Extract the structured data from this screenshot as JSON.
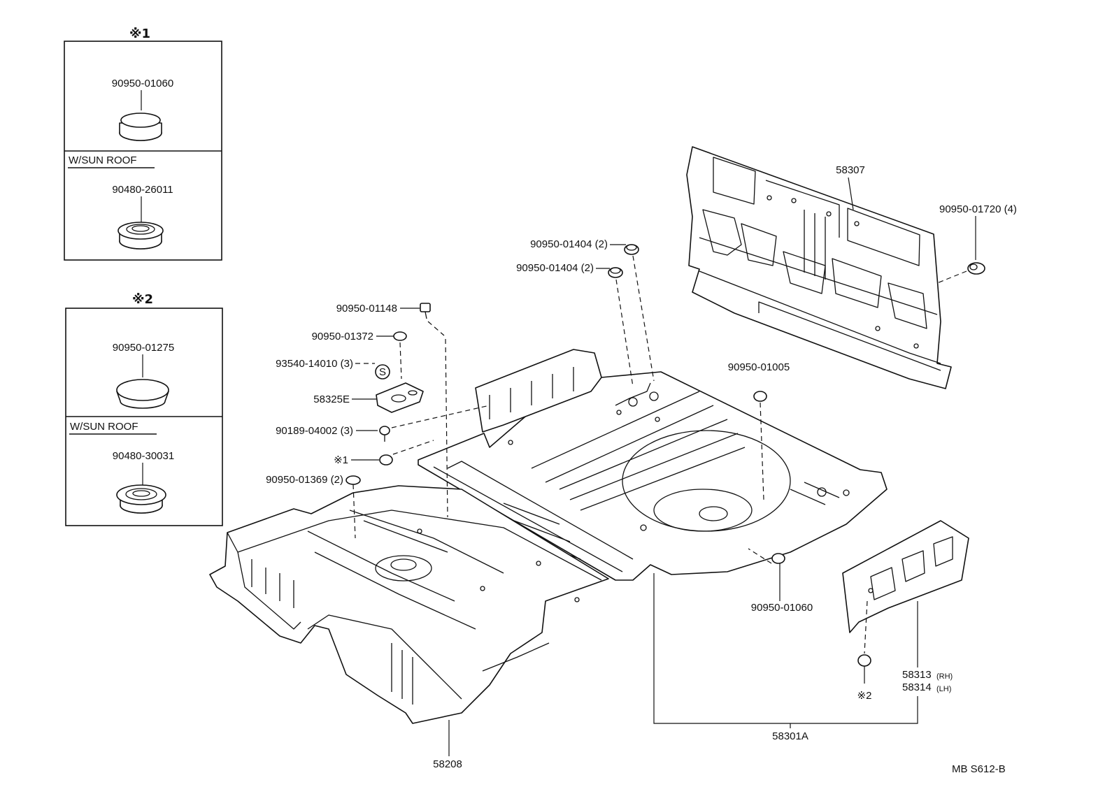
{
  "inset_1": {
    "title": "※1",
    "part_std": "90950-01060",
    "variant_label": "W/SUN ROOF",
    "part_sunroof": "90480-26011"
  },
  "inset_2": {
    "title": "※2",
    "part_std": "90950-01275",
    "variant_label": "W/SUN ROOF",
    "part_sunroof": "90480-30031"
  },
  "callouts": {
    "p58307": "58307",
    "p90950_01720": "90950-01720 (4)",
    "p90950_01404_a": "90950-01404 (2)",
    "p90950_01404_b": "90950-01404 (2)",
    "p90950_01148": "90950-01148",
    "p90950_01372": "90950-01372",
    "p93540_14010": "93540-14010 (3)",
    "p58325E": "58325E",
    "p90189_04002": "90189-04002 (3)",
    "ref_1": "※1",
    "p90950_01369": "90950-01369 (2)",
    "p90950_01005": "90950-01005",
    "p90950_01060": "90950-01060",
    "p58313": "58313",
    "p58313_side": "(RH)",
    "p58314": "58314",
    "p58314_side": "(LH)",
    "ref_2": "※2",
    "p58301A": "58301A",
    "p58208": "58208",
    "s_mark": "S"
  },
  "footer": {
    "code": "MB  S612-B"
  },
  "icons": [
    "grommet-icon",
    "plug-icon",
    "clip-icon",
    "bolt-icon",
    "nut-icon",
    "s-mark-icon"
  ]
}
